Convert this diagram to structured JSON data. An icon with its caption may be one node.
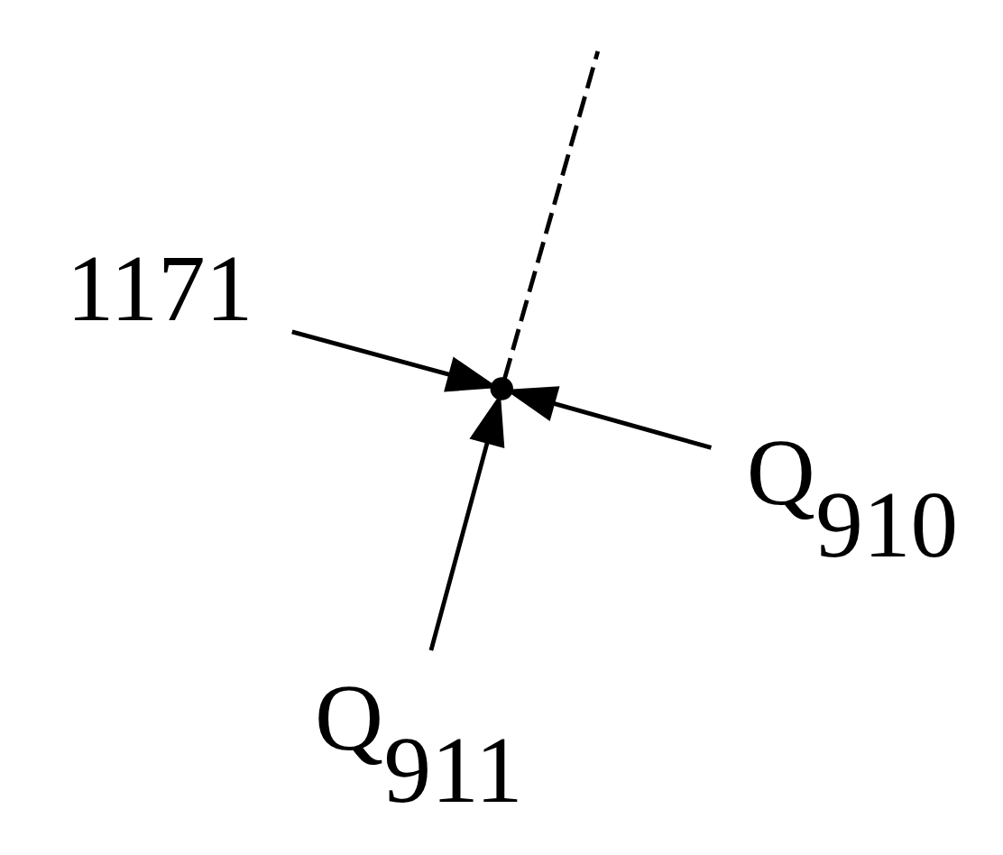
{
  "diagram": {
    "nodes": [
      {
        "text": [
          "1171"
        ]
      },
      {
        "text": [
          "Q$_{910}$"
        ]
      },
      {
        "text": [
          "Q$_{911}$"
        ]
      },
      {
        "text": [],
        "shape": "point"
      }
    ],
    "edges": [
      {
        "from": 0,
        "to": 3,
        "arrow": "to"
      },
      {
        "from": 1,
        "to": 3,
        "arrow": "to"
      },
      {
        "from": 2,
        "to": 3,
        "arrow": "to"
      },
      {
        "from": 3,
        "to": null,
        "arrow": "none",
        "style": "dashed"
      }
    ]
  }
}
